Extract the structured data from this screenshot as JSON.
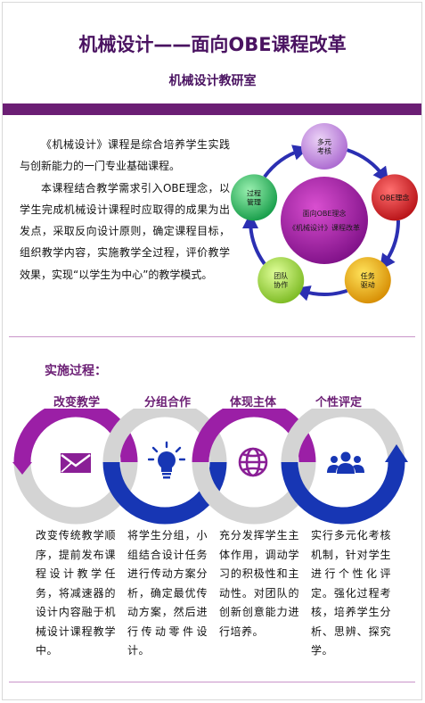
{
  "header": {
    "title": "机械设计——面向OBE课程改革",
    "subtitle": "机械设计教研室"
  },
  "intro": {
    "paragraph1": "《机械设计》课程是综合培养学生实践与创新能力的一门专业基础课程。",
    "paragraph2": "本课程结合教学需求引入OBE理念，以学生完成机械设计课程时应取得的成果为出发点，采取反向设计原则，确定课程目标，组织教学内容，实施教学全过程，评价教学效果，实现“以学生为中心”的教学模式。"
  },
  "cycle": {
    "center": [
      "面向OBE理念",
      "《机械设计》课程改革"
    ],
    "nodes": [
      {
        "lines": [
          "多元",
          "考核"
        ],
        "color": "#c792e3"
      },
      {
        "lines": [
          "OBE理念"
        ],
        "color": "#e5242b"
      },
      {
        "lines": [
          "任务",
          "驱动"
        ],
        "color": "#f5b800"
      },
      {
        "lines": [
          "团队",
          "协作"
        ],
        "color": "#a8e04d"
      },
      {
        "lines": [
          "过程",
          "管理"
        ],
        "color": "#39c06c"
      }
    ]
  },
  "process": {
    "title": "实施过程：",
    "steps": [
      {
        "title": "改变教学",
        "icon": "envelope-icon",
        "text": "改变传统教学顺序，提前发布课程设计教学任务，将减速器的设计内容融于机械设计课程教学中。"
      },
      {
        "title": "分组合作",
        "icon": "lightbulb-icon",
        "text": "将学生分组，小组结合设计任务进行传动方案分析，确定最优传动方案，然后进行传动零件设计。"
      },
      {
        "title": "体现主体",
        "icon": "globe-icon",
        "text": "充分发挥学生主体作用，调动学习的积极性和主动性。对团队的创新创意能力进行培养。"
      },
      {
        "title": "个性评定",
        "icon": "people-icon",
        "text": "实行多元化考核机制，针对学生进行个性化评定。强化过程考核，培养学生分析、思辨、探究学。"
      }
    ]
  },
  "colors": {
    "primary": "#6b1e74",
    "arc_purple": "#9b1fa6",
    "arc_blue": "#1736b4",
    "arc_gray": "#d4d4d4"
  }
}
